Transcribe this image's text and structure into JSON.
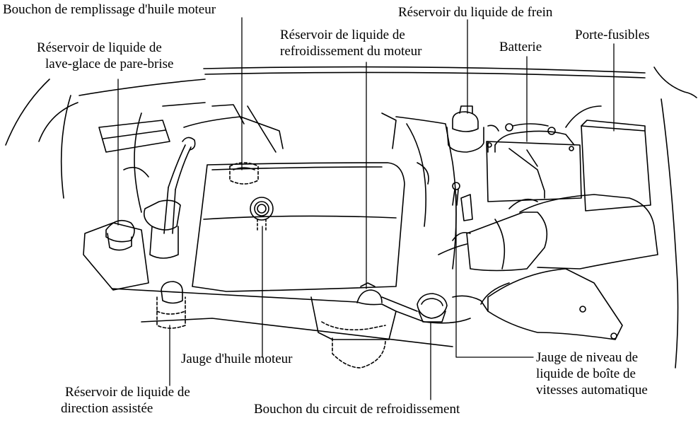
{
  "labels": {
    "oil_filler_cap": "Bouchon de remplissage d'huile moteur",
    "washer_reservoir_line1": "Réservoir de liquide de",
    "washer_reservoir_line2": "lave-glace de pare-brise",
    "coolant_reservoir_line1": "Réservoir de liquide de",
    "coolant_reservoir_line2": "refroidissement du moteur",
    "brake_reservoir": "Réservoir du liquide de frein",
    "battery": "Batterie",
    "fuse_box": "Porte-fusibles",
    "oil_dipstick": "Jauge d'huile moteur",
    "atf_dipstick_line1": "Jauge de niveau de",
    "atf_dipstick_line2": "liquide de boîte de",
    "atf_dipstick_line3": "vitesses automatique",
    "power_steering_line1": "Réservoir de liquide de",
    "power_steering_line2": "direction assistée",
    "radiator_cap": "Bouchon du circuit de refroidissement"
  },
  "colors": {
    "line": "#000000",
    "background": "#ffffff"
  }
}
